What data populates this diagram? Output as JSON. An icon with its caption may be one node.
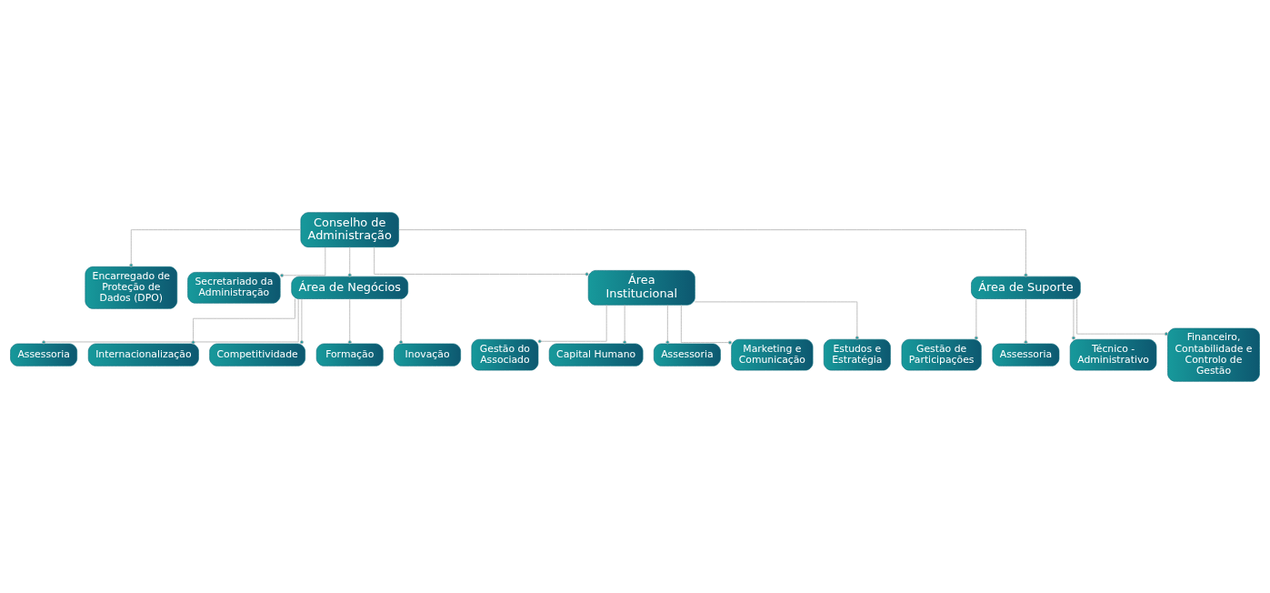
{
  "diagram": {
    "nodes": [
      {
        "text": [
          "Conselho de Administração"
        ]
      },
      {
        "text": [
          "Encarregado de Proteção de Dados (DPO)"
        ]
      },
      {
        "text": [
          "Secretariado da Administração"
        ]
      },
      {
        "text": [
          "Área de Negócios"
        ]
      },
      {
        "text": [
          "Área Institucional"
        ]
      },
      {
        "text": [
          "Área de Suporte"
        ]
      },
      {
        "text": [
          "Gestão do Associado"
        ]
      },
      {
        "text": [
          "Capital Humano"
        ]
      },
      {
        "text": [
          "Gestão de Participações"
        ]
      },
      {
        "text": [
          "Assessoria"
        ]
      },
      {
        "text": [
          "Assessoria"
        ]
      },
      {
        "text": [
          "Assessoria"
        ]
      },
      {
        "text": [
          "Internacionalização"
        ]
      },
      {
        "text": [
          "Competitividade"
        ]
      },
      {
        "text": [
          "Formação"
        ]
      },
      {
        "text": [
          "Inovação"
        ]
      },
      {
        "text": [
          "Marketing e Comunicação"
        ]
      },
      {
        "text": [
          "Estudos e Estratégia"
        ]
      },
      {
        "text": [
          "Técnico - Administrativo"
        ]
      },
      {
        "text": [
          "Financeiro, Contabilidade e Controlo de Gestão"
        ]
      }
    ],
    "edges": [
      {
        "from": 0,
        "to": 1,
        "arrow": "other"
      },
      {
        "from": 0,
        "to": 2,
        "arrow": "other"
      },
      {
        "from": 0,
        "to": 3,
        "arrow": "other"
      },
      {
        "from": 0,
        "to": 4,
        "arrow": "other"
      },
      {
        "from": 0,
        "to": 5,
        "arrow": "other"
      },
      {
        "from": 3,
        "to": 9,
        "arrow": "other"
      },
      {
        "from": 3,
        "to": 12,
        "arrow": "other"
      },
      {
        "from": 3,
        "to": 13,
        "arrow": "other"
      },
      {
        "from": 3,
        "to": 14,
        "arrow": "other"
      },
      {
        "from": 3,
        "to": 15,
        "arrow": "other"
      },
      {
        "from": 4,
        "to": 6,
        "arrow": "other"
      },
      {
        "from": 4,
        "to": 7,
        "arrow": "other"
      },
      {
        "from": 4,
        "to": 10,
        "arrow": "other"
      },
      {
        "from": 4,
        "to": 16,
        "arrow": "other"
      },
      {
        "from": 4,
        "to": 17,
        "arrow": "other"
      },
      {
        "from": 5,
        "to": 8,
        "arrow": "other"
      },
      {
        "from": 5,
        "to": 11,
        "arrow": "other"
      },
      {
        "from": 5,
        "to": 18,
        "arrow": "other"
      },
      {
        "from": 5,
        "to": 19,
        "arrow": "other"
      }
    ]
  }
}
